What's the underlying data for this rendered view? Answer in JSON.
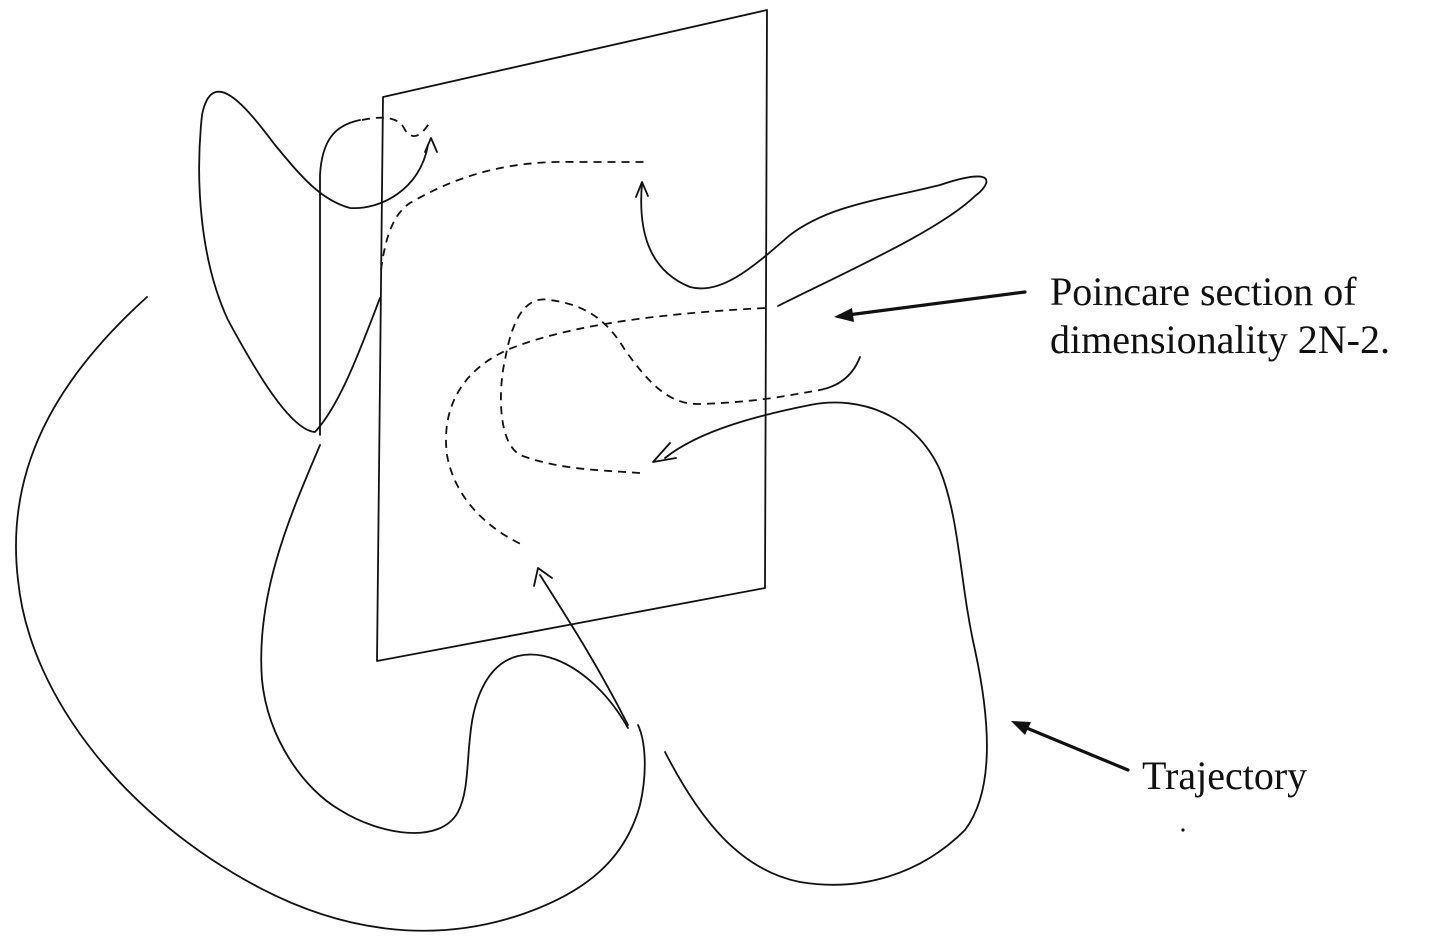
{
  "labels": {
    "section_line1": "Poincare section of",
    "section_line2": "dimensionality 2N-2.",
    "trajectory": "Trajectory"
  }
}
